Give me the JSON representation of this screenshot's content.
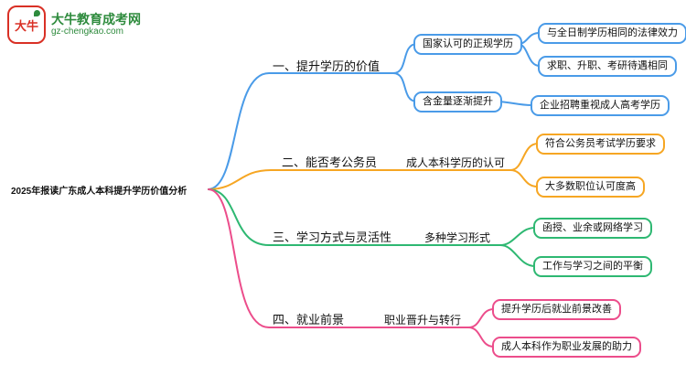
{
  "logo": {
    "mark": "大牛",
    "brand": "大牛教育成考网",
    "domain": "gz-chengkao.com",
    "brand_color": "#2e8b3d",
    "mark_color": "#d93025"
  },
  "root": {
    "label": "2025年报读广东成人本科提升学历价值分析"
  },
  "branches": [
    {
      "title": "一、提升学历的价值",
      "color": "#4a9be8",
      "children": [
        {
          "label": "国家认可的正规学历",
          "boxed": true,
          "leaves": [
            "与全日制学历相同的法律效力",
            "求职、升职、考研待遇相同"
          ]
        },
        {
          "label": "含金量逐渐提升",
          "boxed": true,
          "leaves": [
            "企业招聘重视成人高考学历"
          ]
        }
      ]
    },
    {
      "title": "二、能否考公务员",
      "color": "#f6a623",
      "children": [
        {
          "label": "成人本科学历的认可",
          "boxed": false,
          "leaves": [
            "符合公务员考试学历要求",
            "大多数职位认可度高"
          ]
        }
      ]
    },
    {
      "title": "三、学习方式与灵活性",
      "color": "#2eb872",
      "children": [
        {
          "label": "多种学习形式",
          "boxed": false,
          "leaves": [
            "函授、业余或网络学习",
            "工作与学习之间的平衡"
          ]
        }
      ]
    },
    {
      "title": "四、就业前景",
      "color": "#ec4d8b",
      "children": [
        {
          "label": "职业晋升与转行",
          "boxed": false,
          "leaves": [
            "提升学历后就业前景改善",
            "成人本科作为职业发展的助力"
          ]
        }
      ]
    }
  ]
}
